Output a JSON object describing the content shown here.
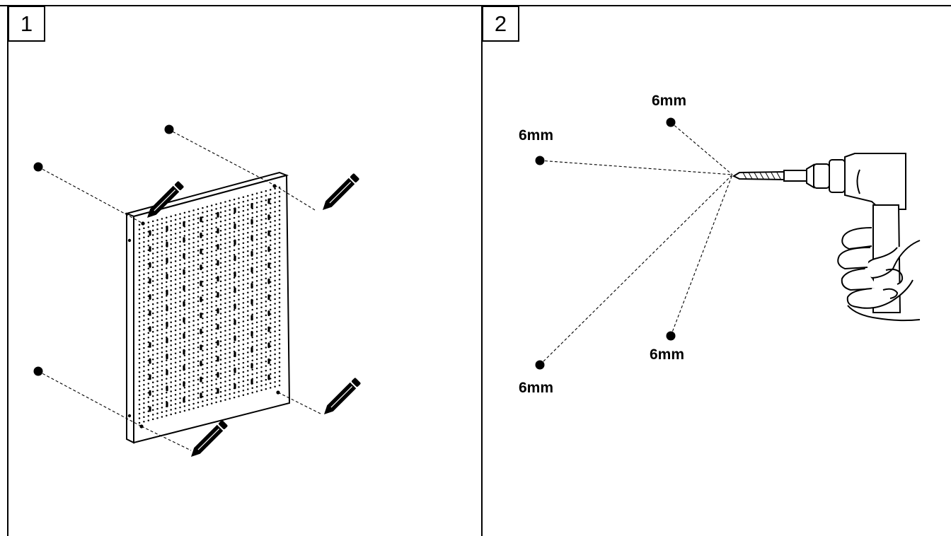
{
  "steps": [
    {
      "number": "1"
    },
    {
      "number": "2"
    }
  ],
  "drill_labels": {
    "top": "6mm",
    "left": "6mm",
    "bottom_right": "6mm",
    "bottom_left": "6mm"
  },
  "icons": [
    "pencil-icon",
    "drill-icon",
    "hand-icon",
    "mark-dot-icon",
    "pegboard-panel"
  ],
  "colors": {
    "ink": "#000000",
    "background": "#ffffff"
  }
}
